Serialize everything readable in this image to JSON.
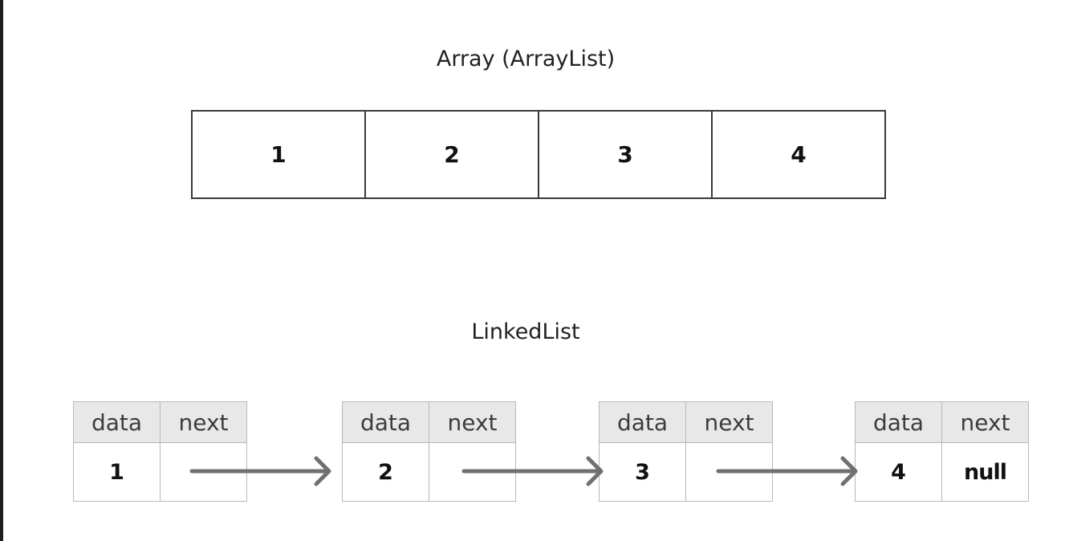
{
  "array": {
    "title": "Array (ArrayList)",
    "cells": [
      "1",
      "2",
      "3",
      "4"
    ]
  },
  "linked_list": {
    "title": "LinkedList",
    "nodes": [
      {
        "data_header": "data",
        "next_header": "next",
        "data": "1",
        "next": ""
      },
      {
        "data_header": "data",
        "next_header": "next",
        "data": "2",
        "next": ""
      },
      {
        "data_header": "data",
        "next_header": "next",
        "data": "3",
        "next": ""
      },
      {
        "data_header": "data",
        "next_header": "next",
        "data": "4",
        "next": "null"
      }
    ]
  },
  "colors": {
    "arrow": "#707070",
    "header_bg": "#e8e8e8",
    "cell_border": "#b8b8b8",
    "array_border": "#3a3a3a"
  }
}
